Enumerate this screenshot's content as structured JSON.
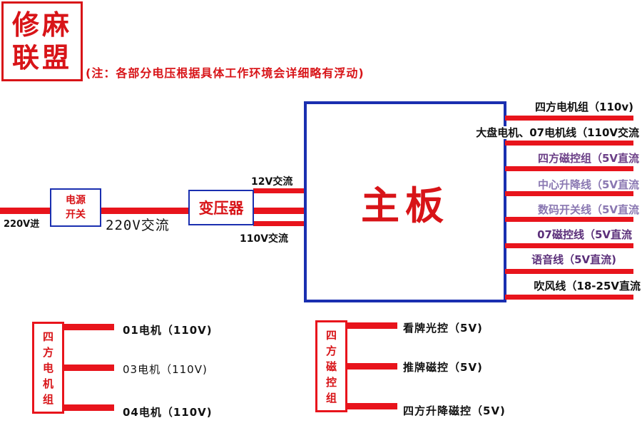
{
  "logo": {
    "line1": "修麻",
    "line2": "联盟"
  },
  "note": "(注：各部分电压根据具体工作环境会详细略有浮动)",
  "input_label": "220V进",
  "power_switch": {
    "line1": "电源",
    "line2": "开关"
  },
  "ac220_label": "220V交流",
  "transformer": "变压器",
  "ac12_label": "12V交流",
  "ac110_label": "110V交流",
  "mainboard": "主板",
  "outputs": [
    {
      "label": "四方电机组（110v)",
      "color": "#111111"
    },
    {
      "label": "大盘电机、07电机线（110V交流",
      "color": "#111111"
    },
    {
      "label": "四方磁控组（5V直流",
      "color": "#6b3f87"
    },
    {
      "label": "中心升降线（5V直流",
      "color": "#8a78b2"
    },
    {
      "label": "数码开关线（5V直流",
      "color": "#8a78b2"
    },
    {
      "label": "07磁控线（5V直流",
      "color": "#5b2f7a"
    },
    {
      "label": "语音线（5V直流)",
      "color": "#5b2f7a"
    },
    {
      "label": "吹风线（18-25V直流",
      "color": "#111111"
    }
  ],
  "motor_group": {
    "title": [
      "四",
      "方",
      "电",
      "机",
      "组"
    ],
    "items": [
      "01电机（110V)",
      "03电机（110V)",
      "04电机（110V)"
    ]
  },
  "magnet_group": {
    "title": [
      "四",
      "方",
      "磁",
      "控",
      "组"
    ],
    "items": [
      "看牌光控（5V)",
      "推牌磁控（5V)",
      "四方升降磁控（5V)"
    ]
  },
  "colors": {
    "red": "#e8141c",
    "blue": "#1a2fb0"
  }
}
